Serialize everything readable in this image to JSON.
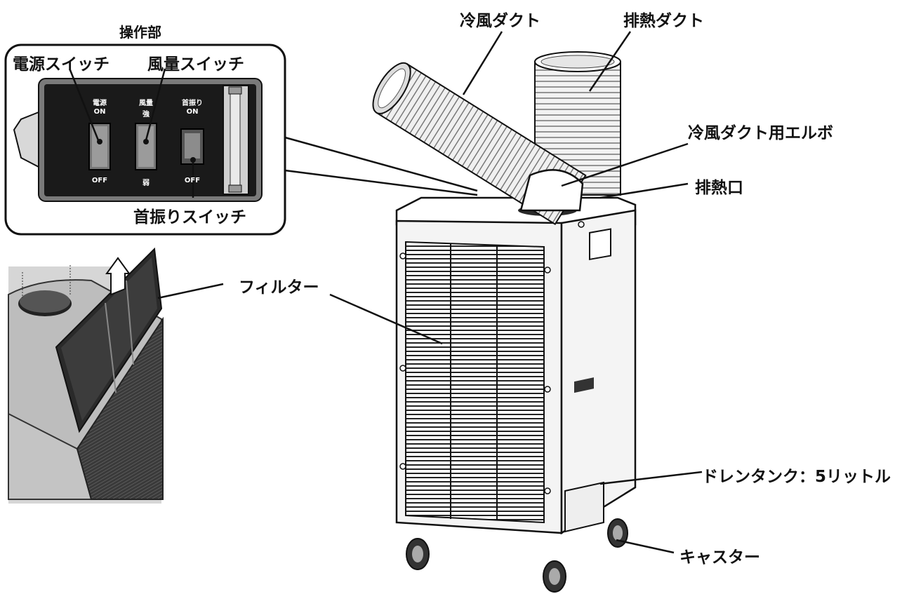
{
  "panel": {
    "title": "操作部",
    "power_switch": "電源スイッチ",
    "fan_switch": "風量スイッチ",
    "swing_switch": "首振りスイッチ",
    "sw_power_name": "電源",
    "sw_power_on": "ON",
    "sw_power_off": "OFF",
    "sw_fan_name": "風量",
    "sw_fan_high": "強",
    "sw_fan_low": "弱",
    "sw_swing_name": "首振り",
    "sw_swing_on": "ON",
    "sw_swing_off": "OFF"
  },
  "labels": {
    "cold_duct": "冷風ダクト",
    "exhaust_duct": "排熱ダクト",
    "elbow": "冷風ダクト用エルボ",
    "exhaust_port": "排熱口",
    "filter": "フィルター",
    "drain_tank": "ドレンタンク：5リットル",
    "caster": "キャスター"
  },
  "colors": {
    "outline": "#111111",
    "body": "#f4f4f4",
    "panel_dark": "#1a1a1a",
    "inset_gray": "#c8c8c8"
  }
}
